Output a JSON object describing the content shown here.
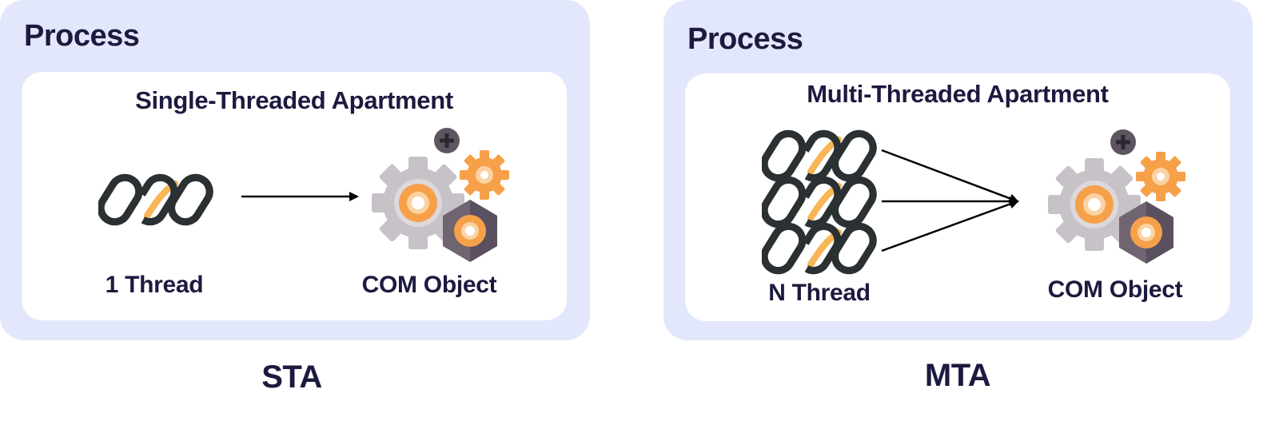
{
  "sta": {
    "process_label": "Process",
    "apartment_label": "Single-Threaded Apartment",
    "thread_label": "1 Thread",
    "object_label": "COM Object",
    "mode_label": "STA"
  },
  "mta": {
    "process_label": "Process",
    "apartment_label": "Multi-Threaded Apartment",
    "thread_label": "N Thread",
    "object_label": "COM Object",
    "mode_label": "MTA"
  },
  "colors": {
    "panel_bg": "#e3e7fb",
    "text": "#1c1a3f",
    "thread_dark": "#2b3033",
    "thread_accent": "#f8b655",
    "gear_gray": "#c7c2c7",
    "orange": "#f7a04a",
    "hex_dark": "#6f6470"
  },
  "icons": {
    "thread": "thread-chain-icon",
    "com_object": "gear-cog-component-icon",
    "arrow": "arrow-right-icon"
  }
}
